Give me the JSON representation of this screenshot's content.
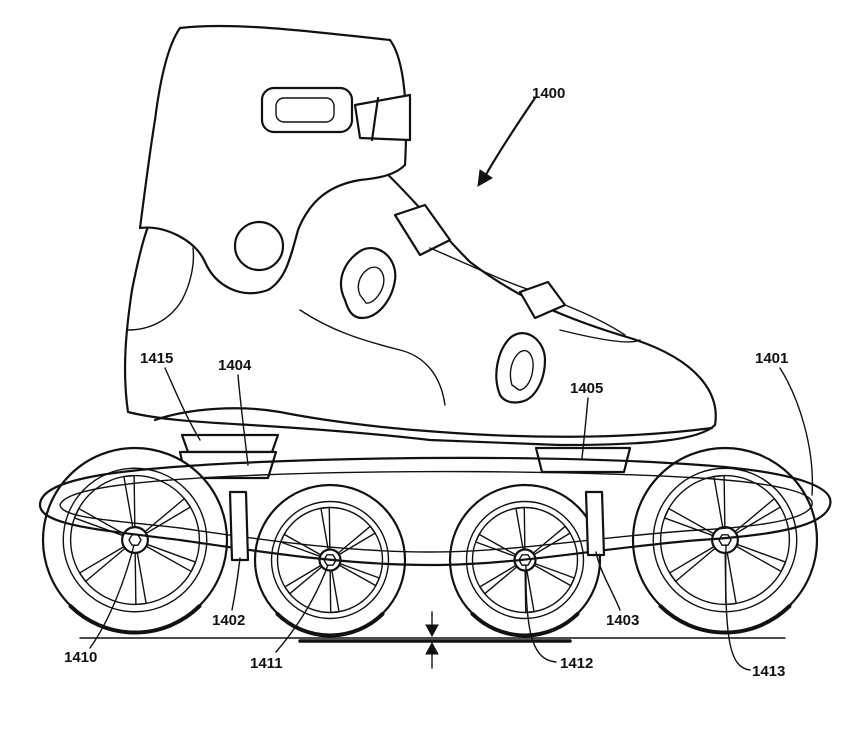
{
  "figure": {
    "labels": {
      "skate": "1400",
      "frame": "1401",
      "front_strut": "1402",
      "rear_strut": "1403",
      "heel_mount": "1404",
      "toe_mount": "1405",
      "wheel_1": "1410",
      "wheel_2": "1411",
      "wheel_3": "1412",
      "wheel_4": "1413",
      "heel_pad": "1415"
    }
  }
}
